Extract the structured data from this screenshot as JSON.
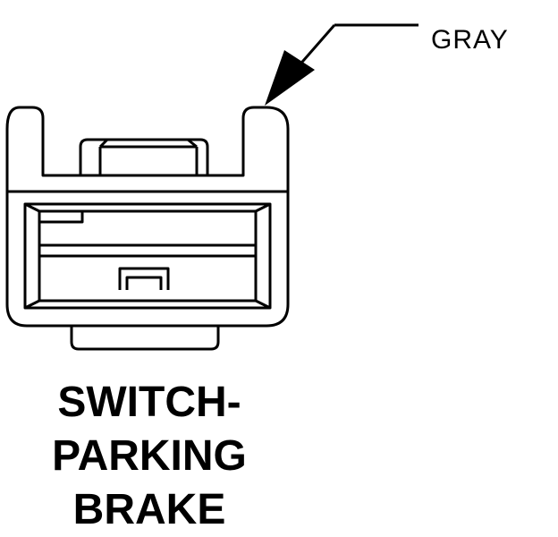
{
  "callout": {
    "label": "GRAY"
  },
  "caption": {
    "lines": [
      "SWITCH-",
      "PARKING",
      "BRAKE"
    ]
  },
  "colors": {
    "line": "#000000",
    "background": "#ffffff"
  }
}
